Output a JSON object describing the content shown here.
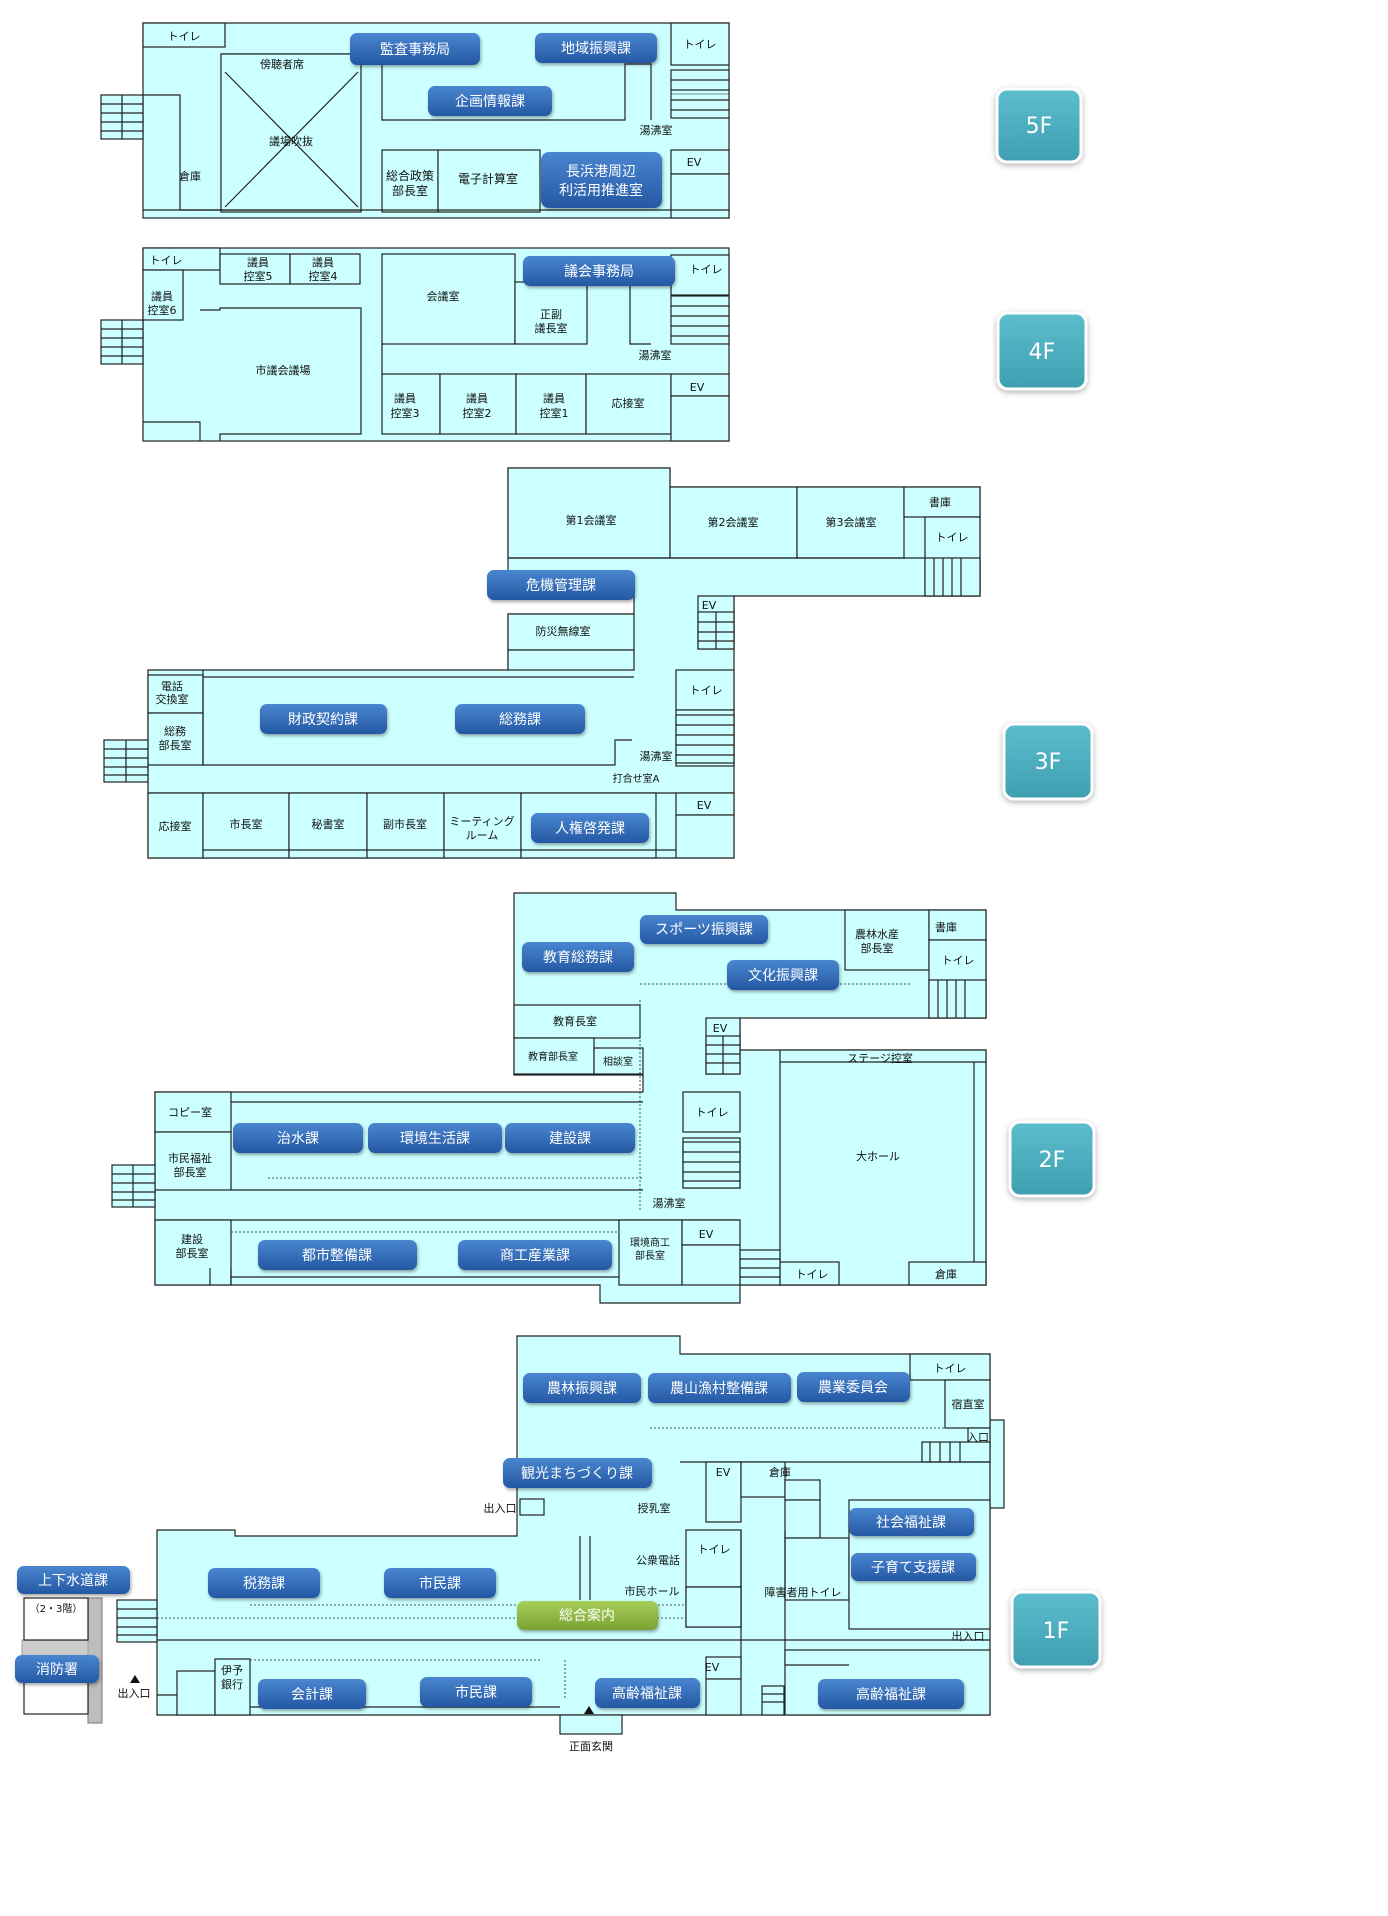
{
  "floors": {
    "f5": {
      "badge": "5F",
      "labels": {
        "toilet_l": "トイレ",
        "toilet_r": "トイレ",
        "gallery": "傍聴者席",
        "atrium": "議場吹抜",
        "storage": "倉庫",
        "kitchen": "湯沸室",
        "ev": "EV",
        "policy1": "総合政策",
        "policy2": "部長室",
        "computer": "電子計算室"
      },
      "depts": {
        "audit": "監査事務局",
        "regional": "地域振興課",
        "planning": "企画情報課",
        "port1": "長浜港周辺",
        "port2": "利活用推進室"
      }
    },
    "f4": {
      "badge": "4F",
      "labels": {
        "toilet_l": "トイレ",
        "toilet_r": "トイレ",
        "w5a": "議員",
        "w5b": "控室5",
        "w4a": "議員",
        "w4b": "控室4",
        "w6a": "議員",
        "w6b": "控室6",
        "meeting": "会議室",
        "vice1": "正副",
        "vice2": "議長室",
        "chamber": "市議会議場",
        "kitchen": "湯沸室",
        "ev": "EV",
        "w3a": "議員",
        "w3b": "控室3",
        "w2a": "議員",
        "w2b": "控室2",
        "w1a": "議員",
        "w1b": "控室1",
        "reception": "応接室"
      },
      "depts": {
        "council": "議会事務局"
      }
    },
    "f3": {
      "badge": "3F",
      "labels": {
        "conf1": "第1会議室",
        "conf2": "第2会議室",
        "conf3": "第3会議室",
        "archive": "書庫",
        "toilet_top": "トイレ",
        "ev_top": "EV",
        "radio": "防災無線室",
        "phone1": "電話",
        "phone2": "交換室",
        "ga1": "総務",
        "ga2": "部長室",
        "toilet_mid": "トイレ",
        "kitchen": "湯沸室",
        "meeting_a": "打合せ室A",
        "ev_bot": "EV",
        "reception": "応接室",
        "mayor": "市長室",
        "secretary": "秘書室",
        "deputy": "副市長室",
        "mt1": "ミーティング",
        "mt2": "ルーム"
      },
      "depts": {
        "crisis": "危機管理課",
        "finance": "財政契約課",
        "general": "総務課",
        "rights": "人権啓発課"
      }
    },
    "f2": {
      "badge": "2F",
      "labels": {
        "agri1": "農林水産",
        "agri2": "部長室",
        "archive": "書庫",
        "toilet_top": "トイレ",
        "edu_chief": "教育長室",
        "edu_dir": "教育部長室",
        "consult": "相談室",
        "ev_top": "EV",
        "stage": "ステージ控室",
        "copy": "コピー室",
        "welfare1": "市民福祉",
        "welfare2": "部長室",
        "toilet_mid": "トイレ",
        "hall": "大ホール",
        "kitchen": "湯沸室",
        "cons1": "建設",
        "cons2": "部長室",
        "env1": "環境商工",
        "env2": "部長室",
        "ev_bot": "EV",
        "toilet_bot": "トイレ",
        "storage": "倉庫"
      },
      "depts": {
        "sports": "スポーツ振興課",
        "edu_general": "教育総務課",
        "culture": "文化振興課",
        "flood": "治水課",
        "environment": "環境生活課",
        "construction": "建設課",
        "urban": "都市整備課",
        "commerce": "商工産業課"
      }
    },
    "f1": {
      "badge": "1F",
      "labels": {
        "toilet_top": "トイレ",
        "night": "宿直室",
        "entrance_r1": "入口",
        "ev": "EV",
        "storage": "倉庫",
        "exit_l": "出入口",
        "reception": "授乳室",
        "toilet_mid": "トイレ",
        "payphone": "公衆電話",
        "hall": "市民ホール",
        "accessible": "障害者用トイレ",
        "exit_r": "出入口",
        "floor_note": "（2・3階）",
        "iyo1": "伊予",
        "iyo2": "銀行",
        "ev_bot": "EV",
        "exit_sw": "出入口",
        "main_entrance": "正面玄関"
      },
      "depts": {
        "forestry": "農林振興課",
        "rural": "農山漁村整備課",
        "agri_committee": "農業委員会",
        "tourism": "観光まちづくり課",
        "social": "社会福祉課",
        "child": "子育て支援課",
        "water": "上下水道課",
        "tax": "税務課",
        "citizen1": "市民課",
        "info": "総合案内",
        "fire": "消防署",
        "accounting": "会計課",
        "citizen2": "市民課",
        "elderly1": "高齢福祉課",
        "elderly2": "高齢福祉課"
      }
    }
  },
  "colors": {
    "floor_fill": "#ccffff",
    "wall": "#222222",
    "dept_button": "#2e6bb8",
    "info_button": "#8fb83e",
    "floor_badge": "#4aaebf"
  }
}
